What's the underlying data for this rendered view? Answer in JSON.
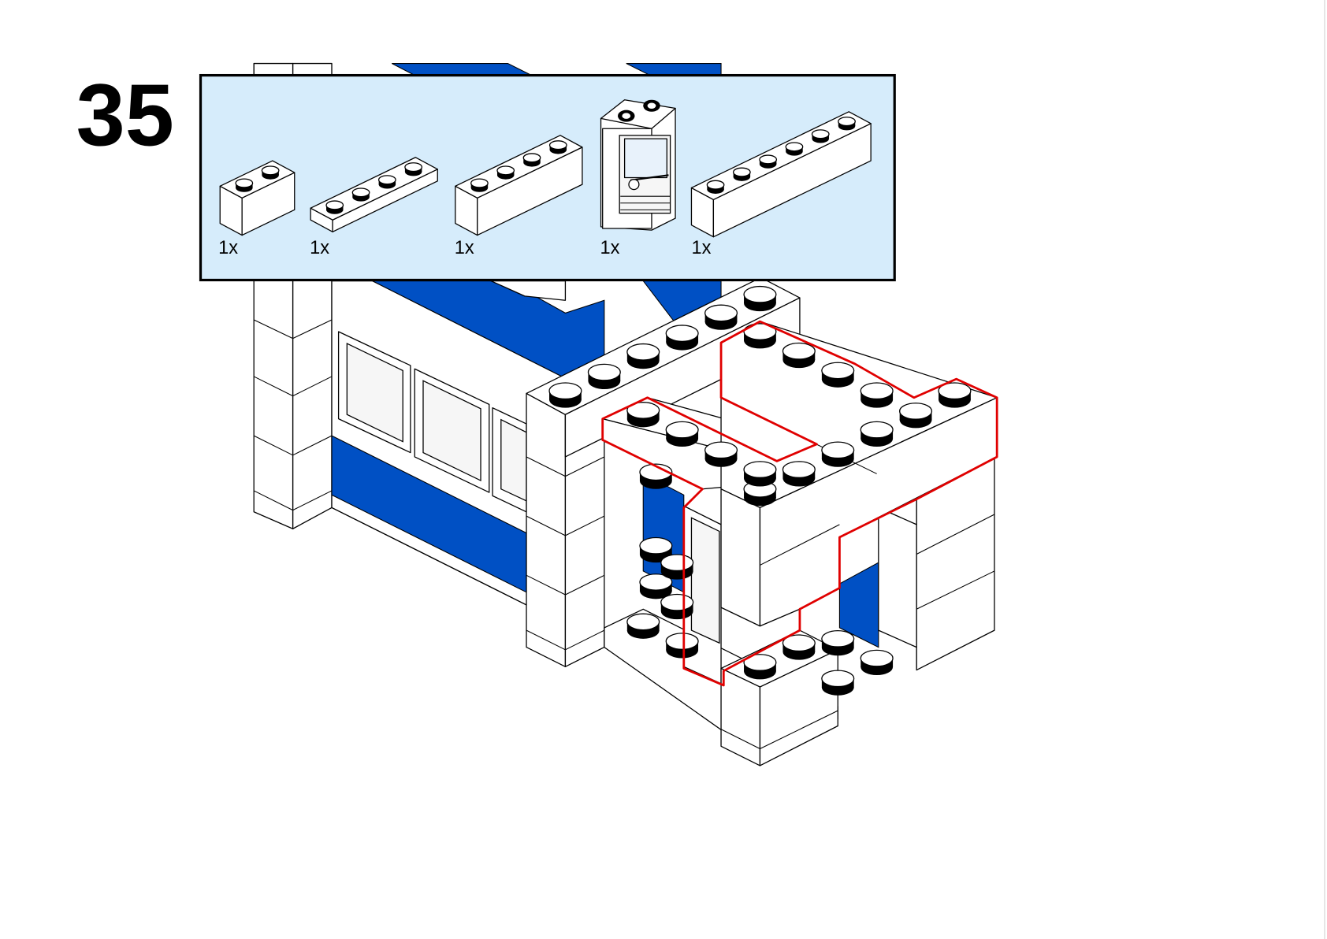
{
  "step": {
    "number": "35"
  },
  "parts_callout": {
    "background": "#d6ecfb",
    "parts": [
      {
        "name": "brick-1x2",
        "qty": "1x"
      },
      {
        "name": "plate-1x4",
        "qty": "1x"
      },
      {
        "name": "brick-1x4",
        "qty": "1x"
      },
      {
        "name": "door-1x3x4",
        "qty": "1x"
      },
      {
        "name": "brick-1x6",
        "qty": "1x"
      }
    ]
  },
  "colors": {
    "blue": "#0050c4",
    "highlight": "#e00000",
    "white": "#ffffff"
  }
}
